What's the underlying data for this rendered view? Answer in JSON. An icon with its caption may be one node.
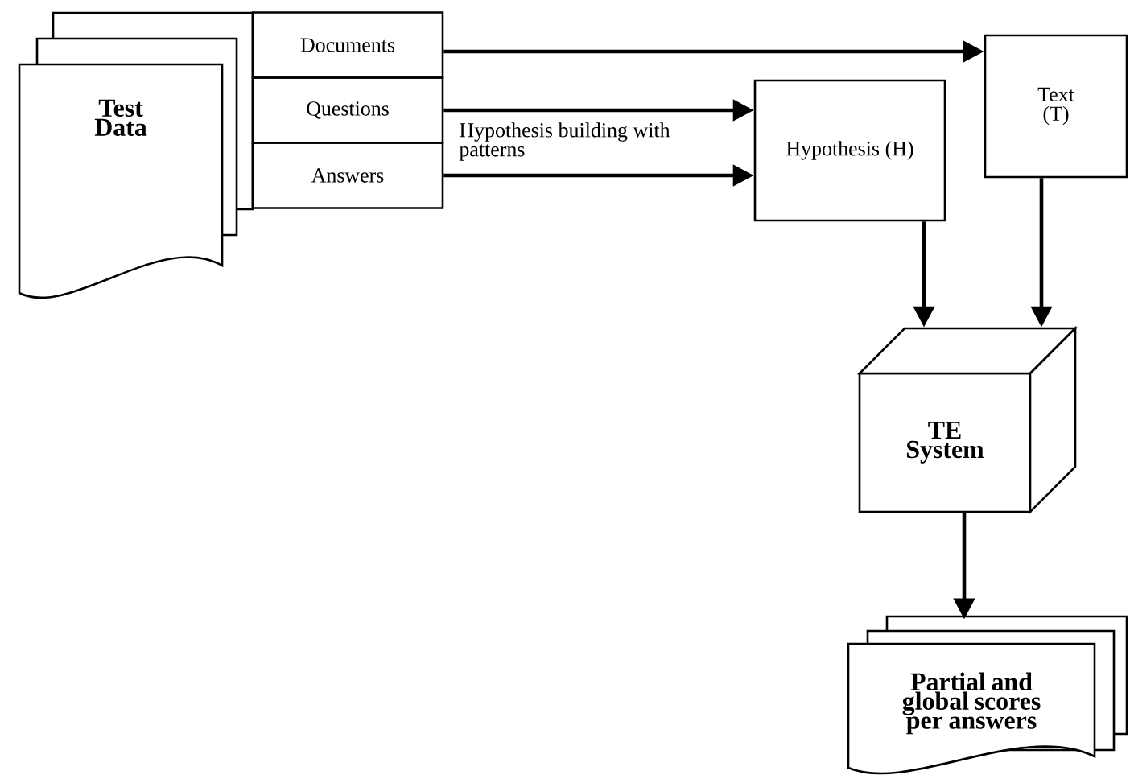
{
  "diagram": {
    "nodes": [
      {
        "text": [
          "Test Data"
        ]
      },
      {
        "text": [
          "Documents"
        ]
      },
      {
        "text": [
          "Questions"
        ]
      },
      {
        "text": [
          "Answers"
        ]
      },
      {
        "text": [
          "Text (T)"
        ]
      },
      {
        "text": [
          "Hypothesis (H)"
        ]
      },
      {
        "text": [
          "TE System"
        ]
      },
      {
        "text": [
          "Partial and global scores per answers"
        ]
      }
    ],
    "edges": [
      {
        "from": 1,
        "to": 4,
        "arrow": "to"
      },
      {
        "from": 2,
        "to": 5,
        "arrow": "to"
      },
      {
        "from": 3,
        "to": 5,
        "arrow": "to",
        "label": "Hypothesis building with patterns"
      },
      {
        "from": 5,
        "to": 6,
        "arrow": "to"
      },
      {
        "from": 4,
        "to": 6,
        "arrow": "to"
      },
      {
        "from": 6,
        "to": 7,
        "arrow": "to"
      }
    ]
  }
}
